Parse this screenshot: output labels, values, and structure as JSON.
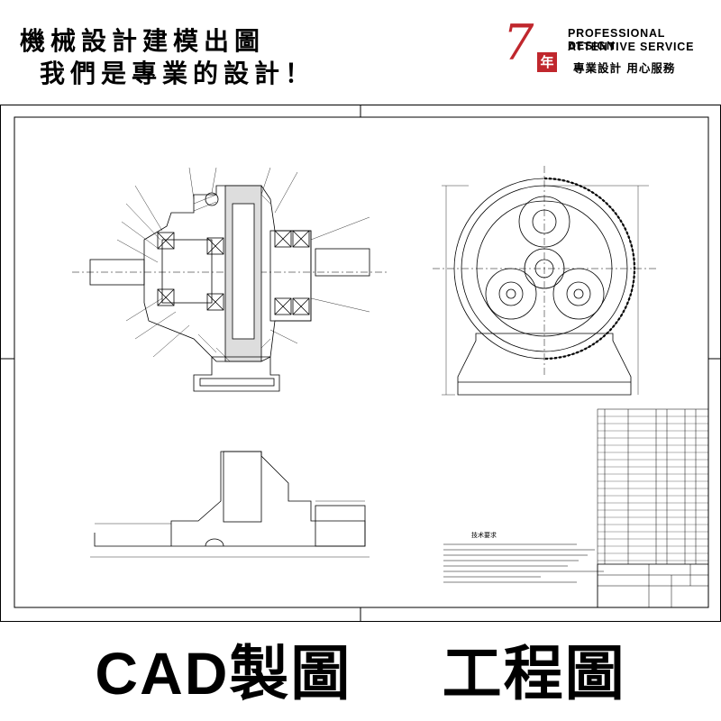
{
  "header": {
    "line1": "機械設計建模出圖",
    "line2": "我們是專業的設計！"
  },
  "logo": {
    "years_numeral": "7",
    "years_char": "年",
    "en_line1": "PROFESSIONAL DESIGN",
    "en_line2": "ATTENTIVE SERVICE",
    "zh_line": "專業設計 用心服務"
  },
  "drawing": {
    "notes_title": "技术要求"
  },
  "footer": {
    "left": "CAD製圖",
    "right": "工程圖"
  },
  "colors": {
    "accent_red": "#c0272d",
    "ink": "#000000"
  }
}
